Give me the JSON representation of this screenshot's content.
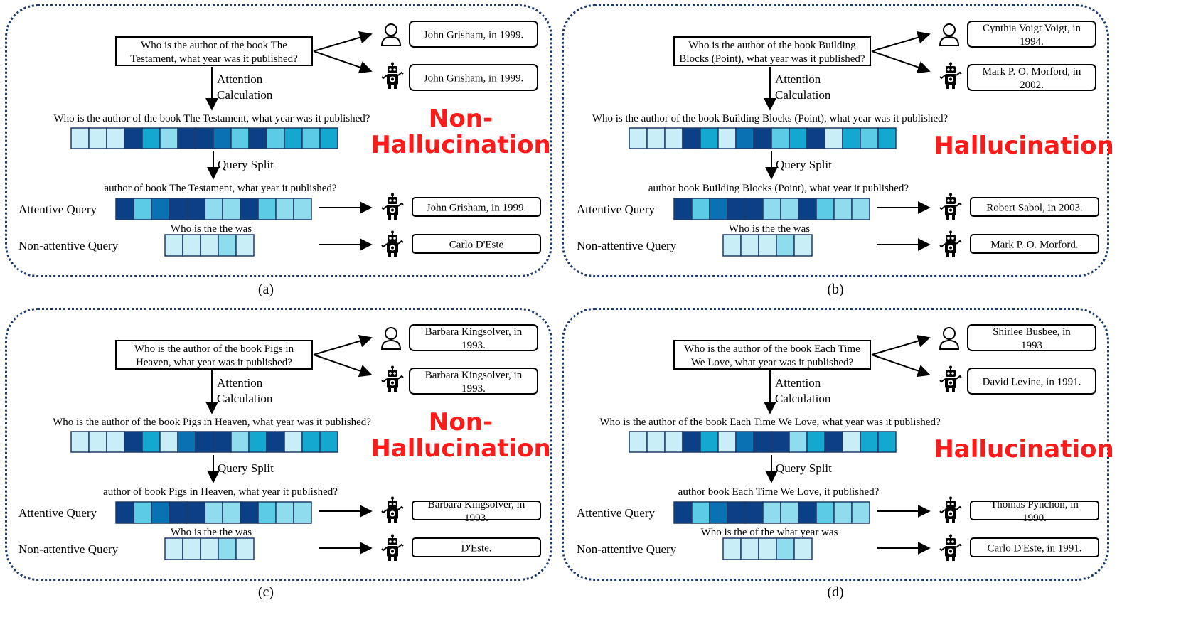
{
  "colors": {
    "dark": "#0b3f86",
    "mid_dark": "#0a71b3",
    "mid": "#14a7cf",
    "light_mid": "#5ccbe5",
    "light": "#8fdcee",
    "pale": "#c9eef8",
    "border": "#1f3a68",
    "verdict": "#ff1a1a"
  },
  "labels": {
    "attention": [
      "Attention",
      "Calculation"
    ],
    "query_split": "Query Split",
    "attentive": "Attentive Query",
    "non_attentive": "Non-attentive Query"
  },
  "icons": {
    "human": "person-icon",
    "model": "robot-icon"
  },
  "panels": [
    {
      "caption": "(a)",
      "question": [
        "Who is the author of the book The",
        "Testament, what year was it published?"
      ],
      "human_answer": [
        "John Grisham, in 1999."
      ],
      "model_answer": [
        "John Grisham, in 1999."
      ],
      "full_query": "Who is the author of the book The Testament, what year was it published?",
      "full_cells": [
        5,
        5,
        5,
        0,
        2,
        4,
        0,
        0,
        1,
        3,
        0,
        3,
        2,
        3,
        2
      ],
      "attentive_text": "author of book The Testament, what year it published?",
      "attentive_cells": [
        0,
        3,
        1,
        0,
        0,
        4,
        4,
        0,
        3,
        4,
        4
      ],
      "attentive_answer": [
        "John Grisham, in 1999."
      ],
      "nonatt_text": "Who is the the was",
      "nonatt_cells": [
        5,
        5,
        5,
        4,
        5
      ],
      "nonatt_answer": [
        "Carlo D'Este"
      ],
      "verdict": [
        "Non-",
        "Hallucination"
      ]
    },
    {
      "caption": "(b)",
      "question": [
        "Who  is  the  author  of  the  book  Building",
        "Blocks (Point), what year was it published?"
      ],
      "human_answer": [
        "Cynthia Voigt Voigt, in",
        "1994."
      ],
      "model_answer": [
        "Mark P. O. Morford, in",
        "2002."
      ],
      "full_query": "Who is the author of the book Building Blocks (Point), what year was it published?",
      "full_cells": [
        5,
        5,
        5,
        0,
        2,
        5,
        1,
        0,
        3,
        2,
        0,
        5,
        2,
        3,
        2
      ],
      "attentive_text": "author book Building Blocks (Point), what year it published?",
      "attentive_cells": [
        0,
        3,
        1,
        0,
        0,
        4,
        4,
        0,
        3,
        4,
        4
      ],
      "attentive_answer": [
        "Robert Sabol, in 2003."
      ],
      "nonatt_text": "Who is the the was",
      "nonatt_cells": [
        5,
        5,
        5,
        4,
        5
      ],
      "nonatt_answer": [
        "Mark P. O. Morford."
      ],
      "verdict": [
        "Hallucination"
      ]
    },
    {
      "caption": "(c)",
      "question": [
        "Who is the author of the book Pigs in",
        "Heaven, what year was it published?"
      ],
      "human_answer": [
        "Barbara Kingsolver, in",
        "1993."
      ],
      "model_answer": [
        "Barbara Kingsolver, in",
        "1993."
      ],
      "full_query": "Who is the author of the book Pigs in Heaven, what year was it published?",
      "full_cells": [
        5,
        5,
        5,
        0,
        2,
        5,
        1,
        0,
        0,
        4,
        2,
        0,
        5,
        2,
        2
      ],
      "attentive_text": "author of book Pigs in Heaven, what year it published?",
      "attentive_cells": [
        0,
        3,
        1,
        0,
        0,
        4,
        4,
        0,
        3,
        4,
        4
      ],
      "attentive_answer": [
        "Barbara Kingsolver, in",
        "1993."
      ],
      "nonatt_text": "Who is the the was",
      "nonatt_cells": [
        5,
        5,
        5,
        4,
        5
      ],
      "nonatt_answer": [
        "D'Este."
      ],
      "verdict": [
        "Non-",
        "Hallucination"
      ]
    },
    {
      "caption": "(d)",
      "question": [
        "Who  is  the  author  of  the  book  Each  Time",
        "We Love, what year was it published?"
      ],
      "human_answer": [
        "Shirlee Busbee, in",
        "1993"
      ],
      "model_answer": [
        "David Levine, in 1991."
      ],
      "full_query": "Who is the author of the book Each Time We Love, what year was it published?",
      "full_cells": [
        5,
        5,
        5,
        0,
        2,
        5,
        1,
        0,
        0,
        4,
        2,
        0,
        5,
        2,
        2
      ],
      "attentive_text": "author book Each Time We Love, it published?",
      "attentive_cells": [
        0,
        3,
        1,
        0,
        0,
        4,
        4,
        0,
        3,
        4,
        4
      ],
      "attentive_answer": [
        "Thomas Pynchon, in",
        "1990."
      ],
      "nonatt_text": "Who is the of the what year was",
      "nonatt_cells": [
        5,
        5,
        5,
        4,
        5
      ],
      "nonatt_answer": [
        "Carlo D'Este, in 1991."
      ],
      "verdict": [
        "Hallucination"
      ]
    }
  ]
}
